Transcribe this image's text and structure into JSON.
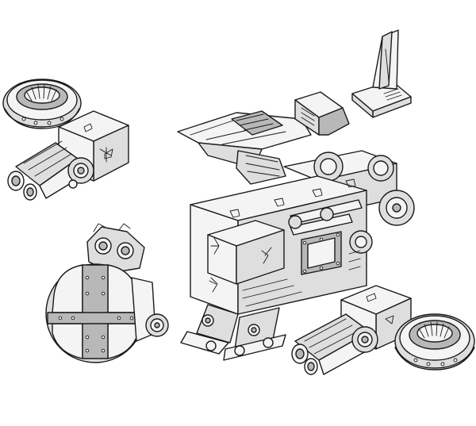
{
  "figure": {
    "background": "#ffffff",
    "line_color": "#1a1a1a",
    "fill_light": "#f4f4f4",
    "fill_mid": "#dedede",
    "fill_dark": "#b8b8b8",
    "parts": [
      "thruster-pod-upper-left",
      "spherical-pod-lower-left",
      "wing-assembly",
      "small-vent-block",
      "stand-fin",
      "main-hull-assembly",
      "thruster-pod-lower-right"
    ]
  }
}
